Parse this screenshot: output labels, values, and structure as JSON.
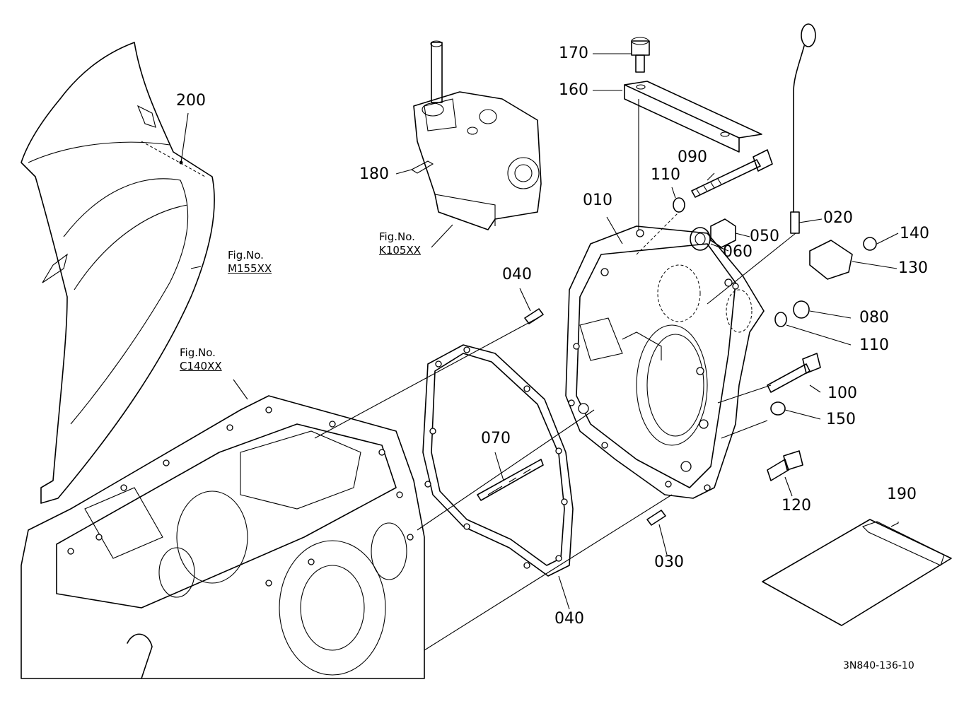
{
  "diagram": {
    "figure_code": "3N840-136-10",
    "part_labels": {
      "p010": "010",
      "p020": "020",
      "p030": "030",
      "p040_top": "040",
      "p040_bottom": "040",
      "p050": "050",
      "p060": "060",
      "p070": "070",
      "p080": "080",
      "p090": "090",
      "p100": "100",
      "p110_top": "110",
      "p110_right": "110",
      "p120": "120",
      "p130": "130",
      "p140": "140",
      "p150": "150",
      "p160": "160",
      "p170": "170",
      "p180": "180",
      "p190": "190",
      "p200": "200"
    },
    "fig_refs": {
      "m155": {
        "caption": "Fig.No.",
        "number": "M155XX"
      },
      "k105": {
        "caption": "Fig.No.",
        "number": "K105XX"
      },
      "c140": {
        "caption": "Fig.No.",
        "number": "C140XX"
      }
    }
  }
}
